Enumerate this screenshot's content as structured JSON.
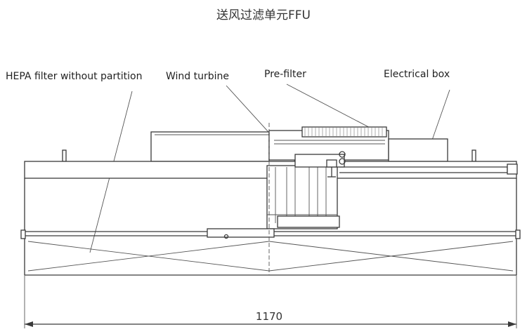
{
  "title": "送风过滤单元FFU",
  "callouts": {
    "hepa": "HEPA filter without partition",
    "wind_turbine": "Wind turbine",
    "pre_filter": "Pre-filter",
    "electrical_box": "Electrical box"
  },
  "dimension": {
    "width_label": "1170"
  },
  "colors": {
    "line": "#3a3a3a",
    "text": "#222222",
    "background": "#ffffff"
  }
}
